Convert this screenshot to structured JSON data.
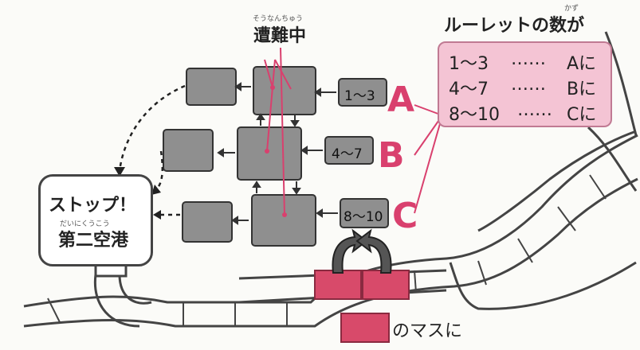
{
  "diagram": {
    "title": "遭難中",
    "title_ruby": "そうなんちゅう",
    "rule_heading": "ルーレットの数が",
    "rule_heading_ruby": "かず",
    "rules": [
      {
        "range": "1〜3",
        "dots": "……",
        "target": "Aに"
      },
      {
        "range": "4〜7",
        "dots": "……",
        "target": "Bに"
      },
      {
        "range": "8〜10",
        "dots": "……",
        "target": "Cに"
      }
    ],
    "rows": [
      {
        "label": "A",
        "range": "1〜3"
      },
      {
        "label": "B",
        "range": "4〜7"
      },
      {
        "label": "C",
        "range": "8〜10"
      }
    ],
    "stop_text": "ストップ！",
    "airport_name": "第二空港",
    "airport_ruby": "だいにくうこう",
    "legend_text": "のマスに"
  },
  "colors": {
    "pink_label": "#d9406e",
    "tile_gray": "#8f8f8f",
    "highlight_square": "#d84a6a",
    "rule_box": "#f4c4d4"
  }
}
